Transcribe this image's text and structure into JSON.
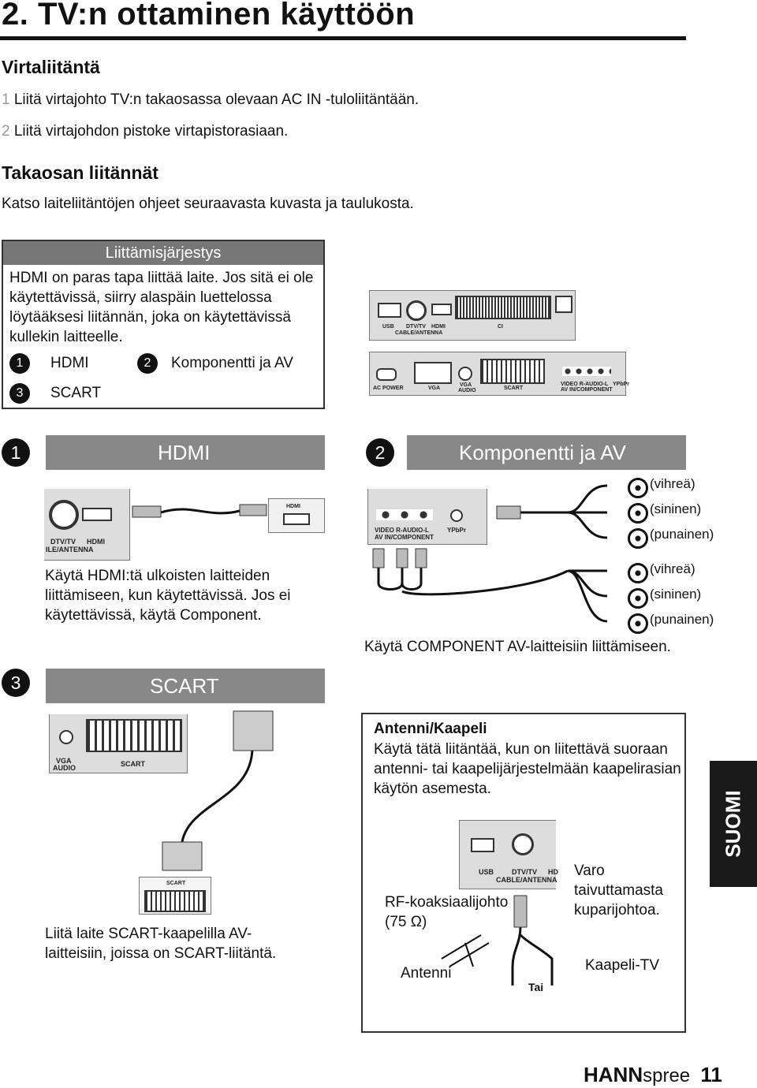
{
  "heading": "2. TV:n ottaminen käyttöön",
  "power": {
    "title": "Virtaliitäntä",
    "steps": [
      {
        "n": "1",
        "text": "Liitä virtajohto TV:n takaosassa olevaan AC IN -tuloliitäntään."
      },
      {
        "n": "2",
        "text": "Liitä virtajohdon pistoke virtapistorasiaan."
      }
    ]
  },
  "rear": {
    "title": "Takaosan liitännät",
    "text": "Katso laiteliitäntöjen ohjeet seuraavasta kuvasta ja taulukosta."
  },
  "orderbox": {
    "title": "Liittämisjärjestys",
    "text": "HDMI on paras tapa liittää laite. Jos sitä ei ole käytettävissä, siirry alaspäin luettelossa löytääksesi liitännän, joka on käytettävissä kullekin laitteelle.",
    "opt1_num": "1",
    "opt1": "HDMI",
    "opt2_num": "2",
    "opt2": "Komponentti ja AV",
    "opt3_num": "3",
    "opt3": "SCART"
  },
  "tvpanel": {
    "top_labels": {
      "usb": "USB",
      "dtv": "DTV/TV",
      "cable": "CABLE/ANTENNA",
      "hdmi": "HDMI",
      "ci": "CI"
    },
    "bottom_labels": {
      "ac": "AC POWER",
      "vga": "VGA",
      "vga_audio_1": "VGA",
      "vga_audio_2": "AUDIO",
      "scart": "SCART",
      "video": "VIDEO R-AUDIO-L",
      "avin": "AV IN/COMPONENT",
      "ypbpr": "YPbPr"
    }
  },
  "hdmi_section": {
    "num": "1",
    "title": "HDMI",
    "labels": {
      "dtv": "DTV/TV",
      "cable": "ILE/ANTENNA",
      "hdmi": "HDMI",
      "device_hdmi": "HDMI"
    },
    "caption": "Käytä HDMI:tä ulkoisten laitteiden liittämiseen, kun käytettävissä. Jos ei käytettävissä, käytä Component."
  },
  "comp_section": {
    "num": "2",
    "title": "Komponentti ja AV",
    "labels": {
      "video": "VIDEO R-AUDIO-L",
      "avin": "AV IN/COMPONENT",
      "ypbpr": "YPbPr"
    },
    "plugs_top": [
      "(vihreä)",
      "(sininen)",
      "(punainen)"
    ],
    "plugs_bottom": [
      "(vihreä)",
      "(sininen)",
      "(punainen)"
    ],
    "caption": "Käytä COMPONENT AV-laitteisiin liittämiseen."
  },
  "scart_section": {
    "num": "3",
    "title": "SCART",
    "labels": {
      "vga": "VGA",
      "audio": "AUDIO",
      "scart": "SCART",
      "plug": "SCART"
    },
    "caption": "Liitä laite SCART-kaapelilla AV-laitteisiin, joissa on SCART-liitäntä."
  },
  "antenna_section": {
    "title": "Antenni/Kaapeli",
    "text": "Käytä tätä liitäntää, kun on liitettävä suoraan antenni- tai kaapelijärjestelmään kaapelirasian käytön asemesta.",
    "labels": {
      "usb": "USB",
      "dtv": "DTV/TV",
      "cable": "CABLE/ANTENNA",
      "hd": "HD"
    },
    "rf": "RF-koaksiaalijohto (75 Ω)",
    "warning": "Varo taivuttamasta kuparijohtoa.",
    "antenna": "Antenni",
    "or": "Tai",
    "cabletv": "Kaapeli-TV"
  },
  "side_tab": "SUOMI",
  "footer": {
    "brand_bold": "HANN",
    "brand_rest": "spree",
    "page": "11"
  }
}
